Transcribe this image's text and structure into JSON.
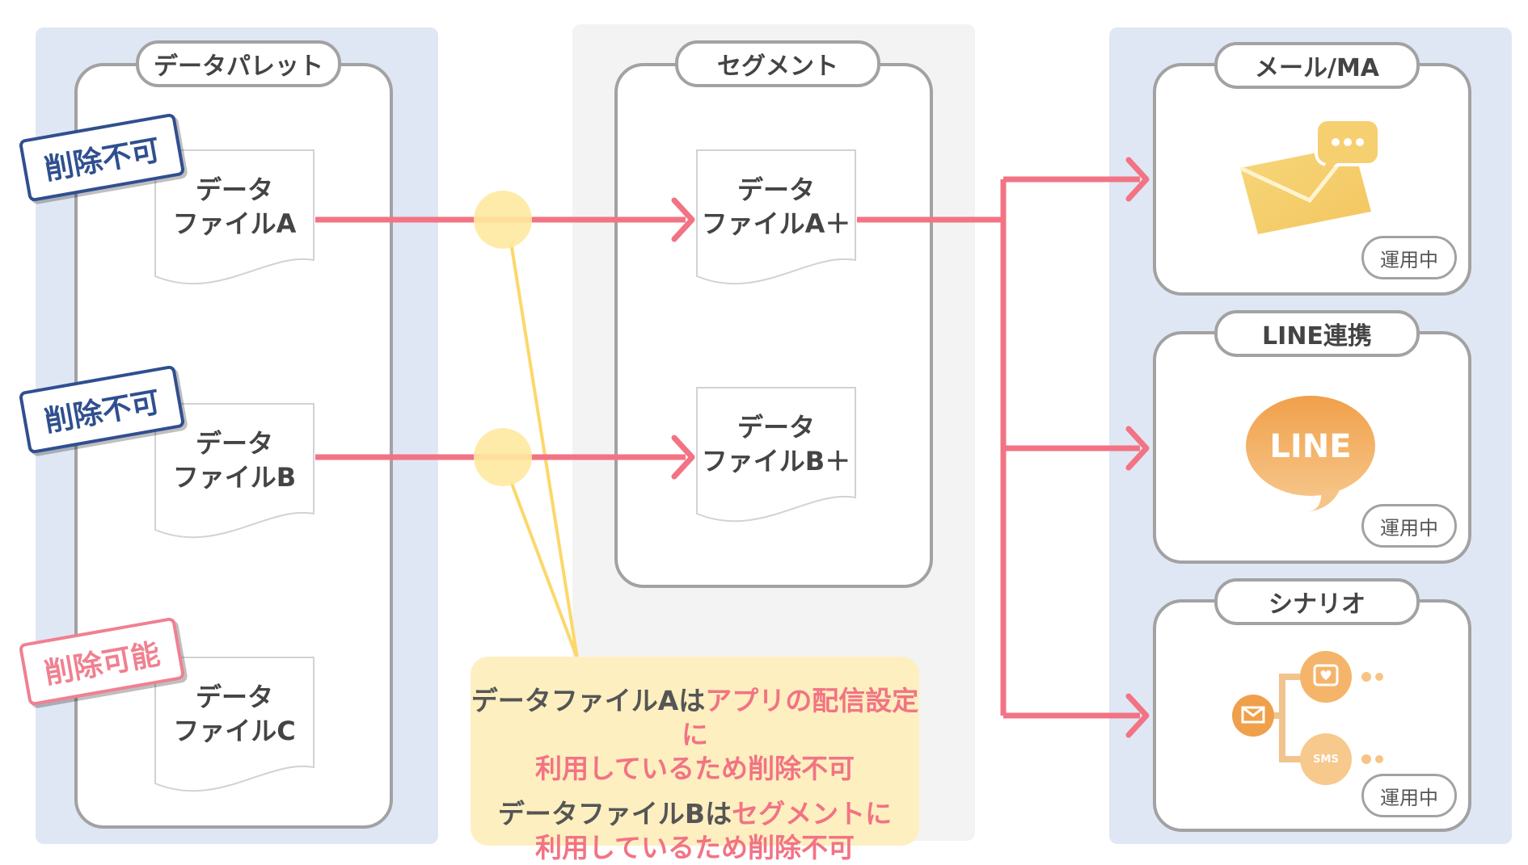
{
  "columns": {
    "data_palette": "データパレット",
    "segment": "セグメント"
  },
  "palette_files": [
    {
      "label": "データ\nファイルA",
      "stamp": "削除不可",
      "stamp_type": "blocked"
    },
    {
      "label": "データ\nファイルB",
      "stamp": "削除不可",
      "stamp_type": "blocked"
    },
    {
      "label": "データ\nファイルC",
      "stamp": "削除可能",
      "stamp_type": "allowed"
    }
  ],
  "segment_files": [
    {
      "label": "データ\nファイルA＋"
    },
    {
      "label": "データ\nファイルB＋"
    }
  ],
  "channels": [
    {
      "title": "メール/MA",
      "status": "運用中",
      "icon": "mail-chat-icon"
    },
    {
      "title": "LINE連携",
      "status": "運用中",
      "icon": "line-bubble-icon",
      "icon_text": "LINE"
    },
    {
      "title": "シナリオ",
      "status": "運用中",
      "icon": "scenario-flow-icon",
      "icon_text": "SMS"
    }
  ],
  "callout": {
    "line1_normal": "データファイルAは",
    "line1_highlight": "アプリの配信設定に",
    "line2_highlight": "利用しているため削除不可",
    "line3_normal": "データファイルBは",
    "line3_highlight": "セグメントに",
    "line4_highlight": "利用しているため削除不可"
  },
  "colors": {
    "panel_blue": "#e0e7f4",
    "panel_gray": "#f3f3f3",
    "arrow": "#f27384",
    "stamp_blocked": "#2f4f8f",
    "stamp_allowed": "#f08090",
    "marker_yellow": "#ffe9a0",
    "callout_bg": "#fdefc0",
    "icon_orange": "#f0a04b"
  }
}
